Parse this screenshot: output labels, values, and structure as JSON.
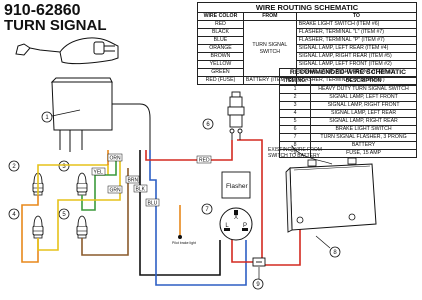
{
  "header": {
    "part_number": "910-62860",
    "title": "TURN SIGNAL"
  },
  "routing": {
    "caption": "WIRE ROUTING SCHEMATIC",
    "col_color": "WIRE COLOR",
    "col_from": "FROM",
    "col_to": "TO",
    "from_turn": "TURN SIGNAL SWITCH",
    "from_battery": "BATTERY (ITEM #8)",
    "rows": [
      {
        "color": "RED",
        "to": "BRAKE LIGHT SWITCH (ITEM #6)"
      },
      {
        "color": "BLACK",
        "to": "FLASHER, TERMINAL \"L\" (ITEM #7)"
      },
      {
        "color": "BLUE",
        "to": "FLASHER, TERMINAL \"P\" (ITEM #7)"
      },
      {
        "color": "ORANGE",
        "to": "SIGNAL LAMP, LEFT REAR (ITEM #4)"
      },
      {
        "color": "BROWN",
        "to": "SIGNAL LAMP, RIGHT REAR (ITEM #5)"
      },
      {
        "color": "YELLOW",
        "to": "SIGNAL LAMP, LEFT FRONT (ITEM #2)"
      },
      {
        "color": "GREEN",
        "to": "SIGNAL LAMP, RIGHT FRONT (ITEM #3)"
      },
      {
        "color": "RED (FUSE)",
        "to": "FLASHER, TERMINAL \"X\" (ITEM #7)"
      }
    ]
  },
  "recommended": {
    "caption": "RECOMMENDED WIRE SCHEMATIC",
    "col_item": "ITEM NO.",
    "col_desc": "DESCRIPTION",
    "rows": [
      {
        "item": "1",
        "desc": "HEAVY DUTY TURN SIGNAL SWITCH"
      },
      {
        "item": "2",
        "desc": "SIGNAL LAMP, LEFT FRONT"
      },
      {
        "item": "3",
        "desc": "SIGNAL LAMP, RIGHT FRONT"
      },
      {
        "item": "4",
        "desc": "SIGNAL LAMP, LEFT REAR"
      },
      {
        "item": "5",
        "desc": "SIGNAL LAMP, RIGHT REAR"
      },
      {
        "item": "6",
        "desc": "BRAKE LIGHT SWITCH"
      },
      {
        "item": "7",
        "desc": "TURN SIGNAL FLASHER, 3 PRONG"
      },
      {
        "item": "8",
        "desc": "BATTERY"
      },
      {
        "item": "9",
        "desc": "FUSE, 15 AMP"
      }
    ]
  },
  "diagram": {
    "wire_labels": {
      "orn": "ORN",
      "yel": "YEL",
      "brn": "BRN",
      "grn": "GRN",
      "blk": "BLK",
      "blu": "BLU",
      "red": "RED"
    },
    "flasher_label": "Flasher",
    "flasher_terminals": {
      "l": "L",
      "x": "X",
      "p": "P"
    },
    "battery_note_1": "EXISTING WIRE FROM",
    "battery_note_2": "SWITCH TO BATTERY",
    "pilot_label": "Pilot brake light",
    "callouts": [
      "1",
      "2",
      "3",
      "4",
      "5",
      "6",
      "7",
      "8",
      "9"
    ],
    "wire_colors": {
      "red": "#d42a20",
      "orange": "#e8891c",
      "yellow": "#e6c21a",
      "green": "#3b9a3b",
      "brown": "#8a5a2b",
      "blue": "#2d5fc4",
      "black": "#111111"
    }
  }
}
